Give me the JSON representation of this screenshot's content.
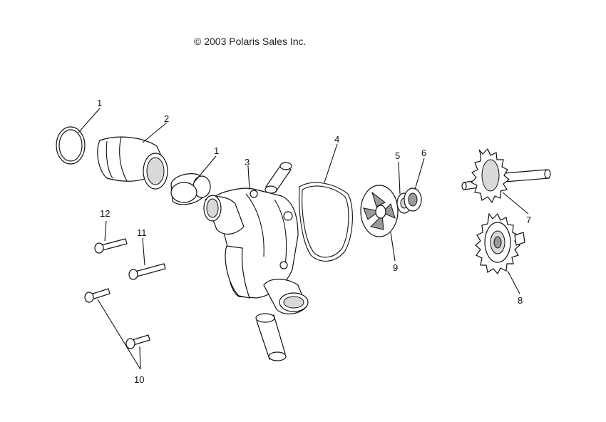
{
  "copyright": "© 2003 Polaris Sales Inc.",
  "callouts": {
    "c1a": "1",
    "c1b": "1",
    "c2": "2",
    "c3": "3",
    "c4": "4",
    "c5": "5",
    "c6": "6",
    "c7": "7",
    "c8": "8",
    "c9": "9",
    "c10": "10",
    "c11": "11",
    "c12": "12"
  }
}
